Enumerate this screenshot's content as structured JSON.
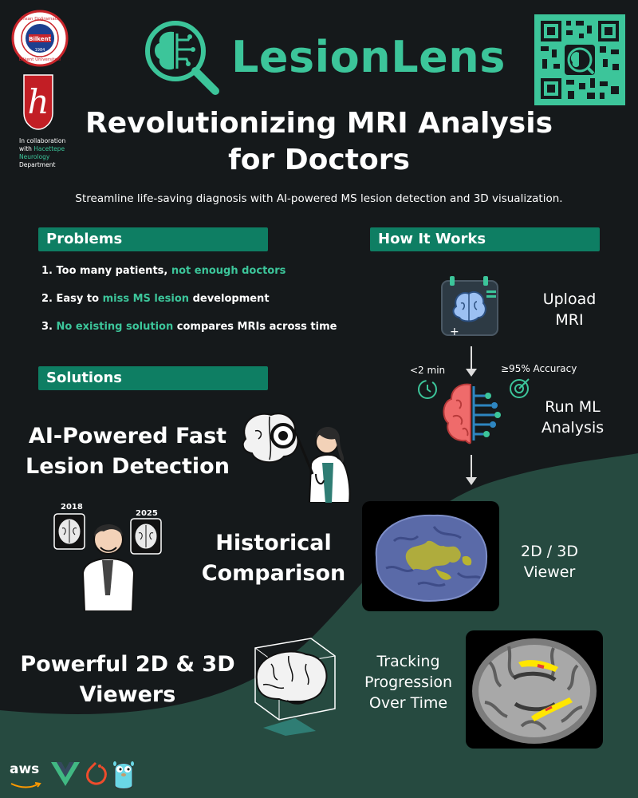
{
  "brand": {
    "name": "LesionLens"
  },
  "title_line1": "Revolutionizing MRI Analysis",
  "title_line2": "for Doctors",
  "subtitle": "Streamline life-saving diagnosis with AI-powered MS lesion detection and 3D visualization.",
  "collaboration": {
    "line1": "In collaboration",
    "line2_prefix": "with ",
    "line2_highlight": "Hacettepe",
    "line3": "Neurology",
    "line4": "Department"
  },
  "logos": {
    "bilkent_top": "İhsan Doğramacı",
    "bilkent_center": "Bilkent",
    "bilkent_bottom": "Bilkent Üniversitesi",
    "bilkent_year": "1984",
    "hacettepe_letter": "h"
  },
  "problems": {
    "heading": "Problems",
    "items": [
      {
        "num": "1.",
        "pre": "Too many patients, ",
        "hl": "not enough doctors",
        "post": ""
      },
      {
        "num": "2.",
        "pre": "Easy to ",
        "hl": "miss MS lesion",
        "post": " development"
      },
      {
        "num": "3.",
        "pre": "",
        "hl": "No existing solution",
        "post": " compares MRIs across time"
      }
    ]
  },
  "solutions": {
    "heading": "Solutions",
    "ai_line1": "AI-Powered Fast",
    "ai_line2": "Lesion Detection",
    "hist_line1": "Historical",
    "hist_line2": "Comparison",
    "viewer_line1": "Powerful 2D & 3D",
    "viewer_line2": "Viewers",
    "year_left": "2018",
    "year_right": "2025"
  },
  "how": {
    "heading": "How It Works",
    "upload_line1": "Upload",
    "upload_line2": "MRI",
    "time": "<2 min",
    "accuracy": "≥95% Accuracy",
    "run_line1": "Run ML",
    "run_line2": "Analysis",
    "viewer_line1": "2D / 3D",
    "viewer_line2": "Viewer",
    "track_line1": "Tracking",
    "track_line2": "Progression",
    "track_line3": "Over Time"
  },
  "footer": {
    "aws": "aws"
  },
  "colors": {
    "accent": "#3cc59a",
    "section": "#0e7e63",
    "background": "#15191b",
    "wave": "#264a40"
  }
}
